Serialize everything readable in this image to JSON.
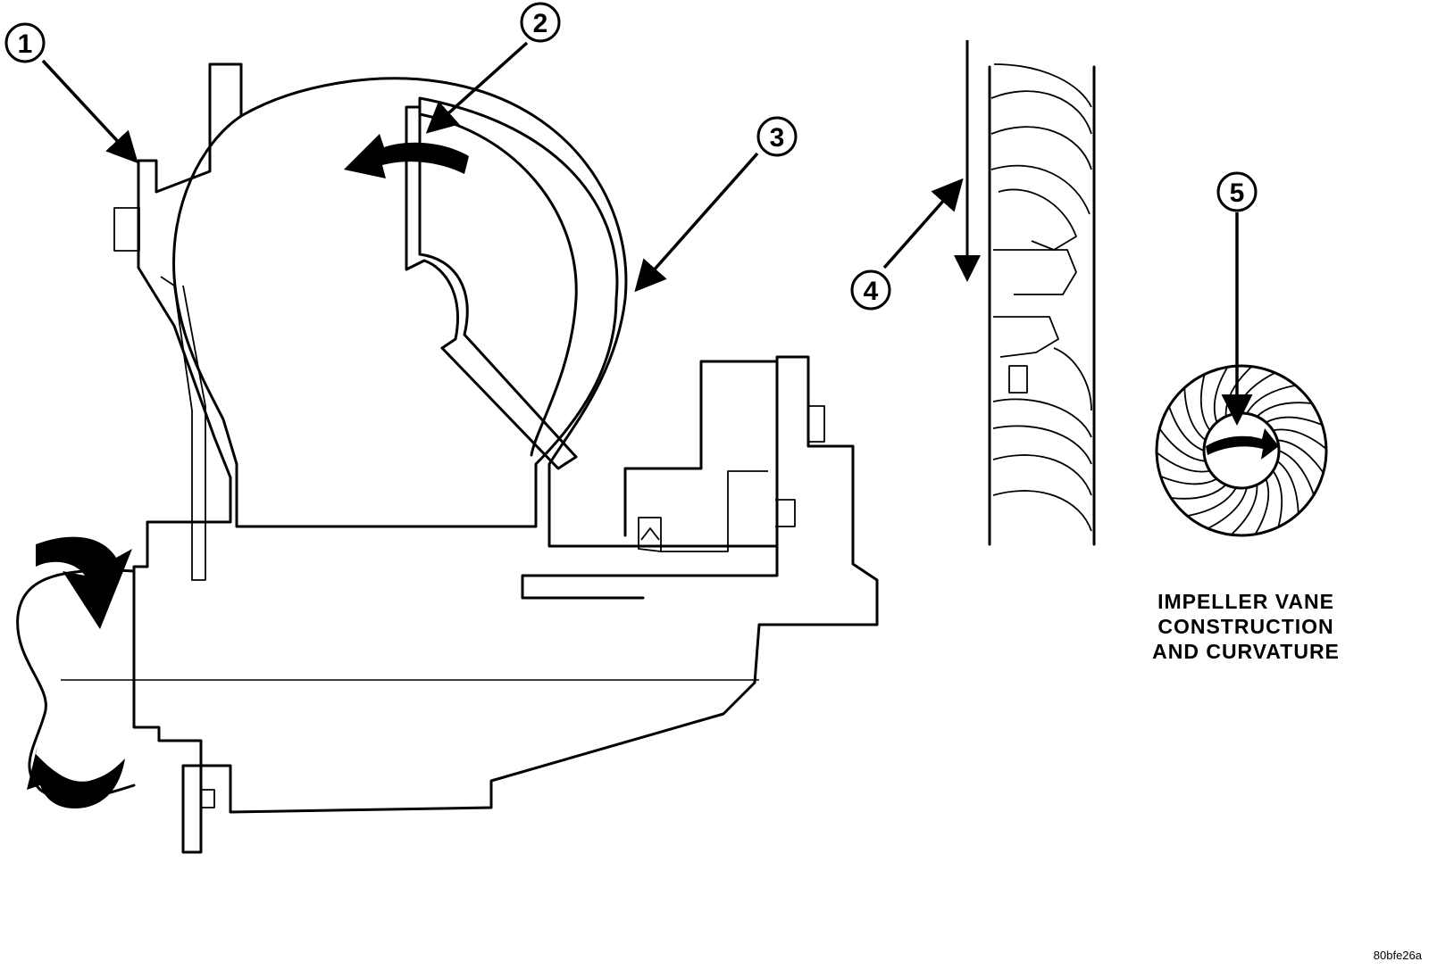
{
  "diagram": {
    "callouts": [
      {
        "id": "1",
        "label": "1"
      },
      {
        "id": "2",
        "label": "2"
      },
      {
        "id": "3",
        "label": "3"
      },
      {
        "id": "4",
        "label": "4"
      },
      {
        "id": "5",
        "label": "5"
      }
    ],
    "caption_lines": [
      "IMPELLER VANE",
      "CONSTRUCTION",
      "AND CURVATURE"
    ],
    "figure_code": "80bfe26a"
  }
}
